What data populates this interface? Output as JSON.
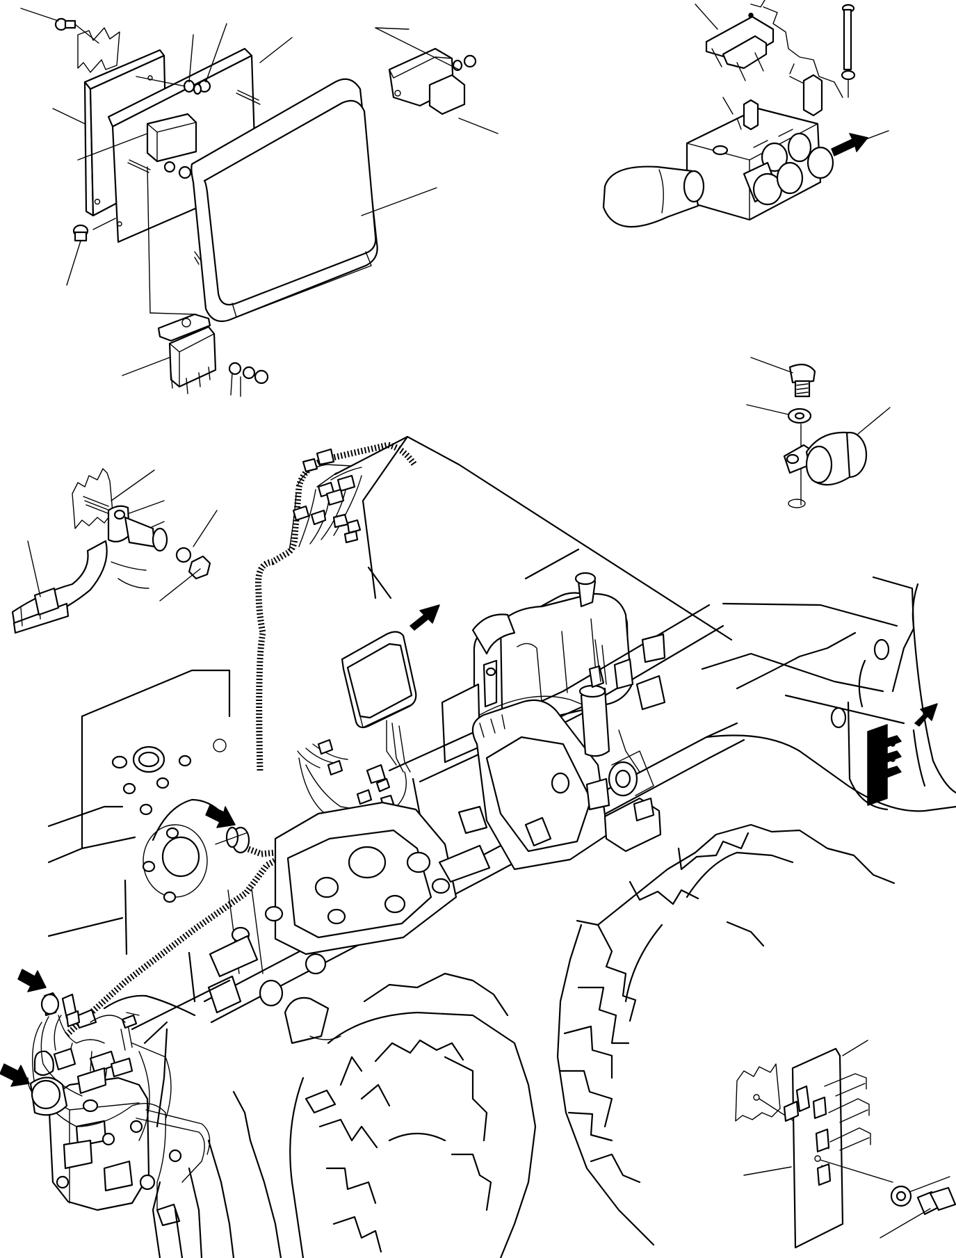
{
  "drawing": {
    "stroke": "#000000",
    "background": "#ffffff"
  },
  "detail_views": [
    {
      "name": "controller-bracket-detail"
    },
    {
      "name": "valve-block-detail"
    },
    {
      "name": "bolt-grommet-detail"
    },
    {
      "name": "harness-clamp-detail"
    },
    {
      "name": "relay-plate-detail"
    }
  ],
  "pointer_arrows": [
    {
      "target": "ecu"
    },
    {
      "target": "relay-plate"
    },
    {
      "target": "harness-grommet"
    },
    {
      "target": "harness-clamp"
    },
    {
      "target": "accumulator"
    }
  ]
}
